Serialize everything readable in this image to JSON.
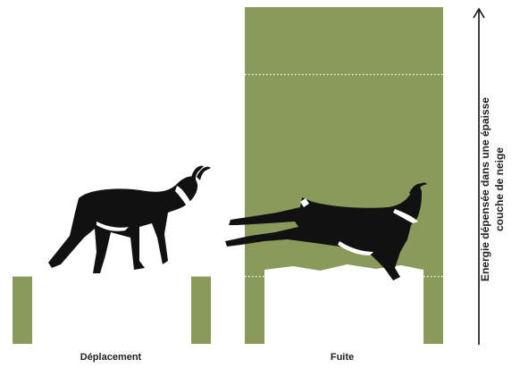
{
  "chart_data": {
    "type": "bar",
    "categories": [
      "Déplacement",
      "Fuite"
    ],
    "values": [
      1,
      5
    ],
    "ylabel": [
      "Energie dépensée dans une épaisse",
      "couche de neige"
    ],
    "ylim": [
      0,
      5
    ],
    "grid": false,
    "legend": "none",
    "bar_color": "#8a9a5b",
    "snow_color": "#ffffff",
    "animal_color": "#111111",
    "dotted_divider_color": "#ffffff"
  }
}
